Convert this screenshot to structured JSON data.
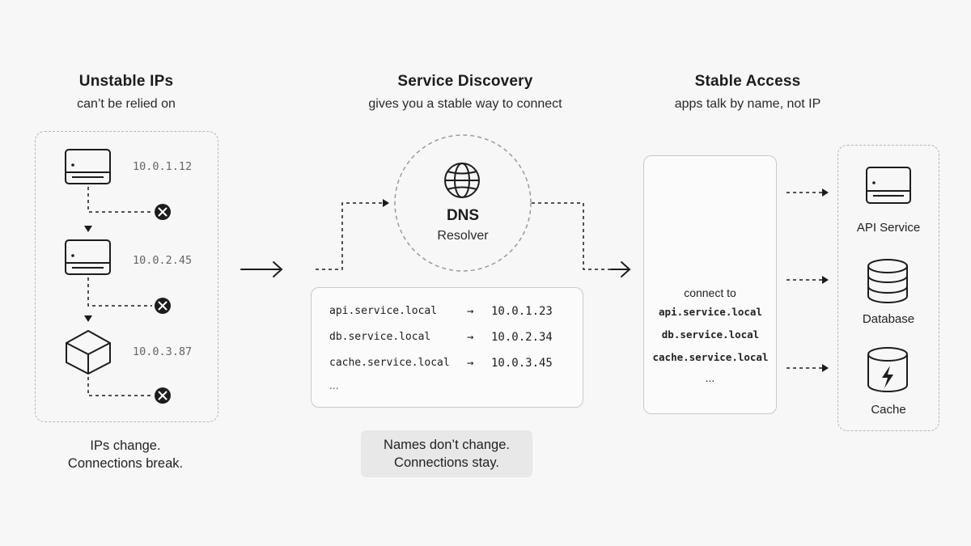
{
  "left": {
    "title": "Unstable IPs",
    "subtitle": "can’t be relied on",
    "servers": [
      {
        "ip": "10.0.1.12"
      },
      {
        "ip": "10.0.2.45"
      },
      {
        "ip": "10.0.3.87"
      }
    ],
    "caption_line1": "IPs change.",
    "caption_line2": "Connections break."
  },
  "middle": {
    "title": "Service Discovery",
    "subtitle": "gives you a stable way to connect",
    "resolver_title": "DNS",
    "resolver_subtitle": "Resolver",
    "mappings": [
      {
        "host": "api.service.local",
        "arrow": "→",
        "ip": "10.0.1.23"
      },
      {
        "host": "db.service.local",
        "arrow": "→",
        "ip": "10.0.2.34"
      },
      {
        "host": "cache.service.local",
        "arrow": "→",
        "ip": "10.0.3.45"
      }
    ],
    "mappings_more": "...",
    "note_line1": "Names don’t change.",
    "note_line2": "Connections stay."
  },
  "right": {
    "title": "Stable Access",
    "subtitle": "apps talk by name, not IP",
    "connect_label": "connect to",
    "connect_hosts": [
      "api.service.local",
      "db.service.local",
      "cache.service.local"
    ],
    "connect_more": "...",
    "services": [
      {
        "label": "API Service",
        "icon": "server-icon"
      },
      {
        "label": "Database",
        "icon": "database-icon"
      },
      {
        "label": "Cache",
        "icon": "cache-bolt-icon"
      }
    ]
  },
  "colors": {
    "stroke": "#1c1c1c",
    "muted": "#666666",
    "dashed_border": "#b5b5b5",
    "note_bg": "#e8e8e8"
  }
}
